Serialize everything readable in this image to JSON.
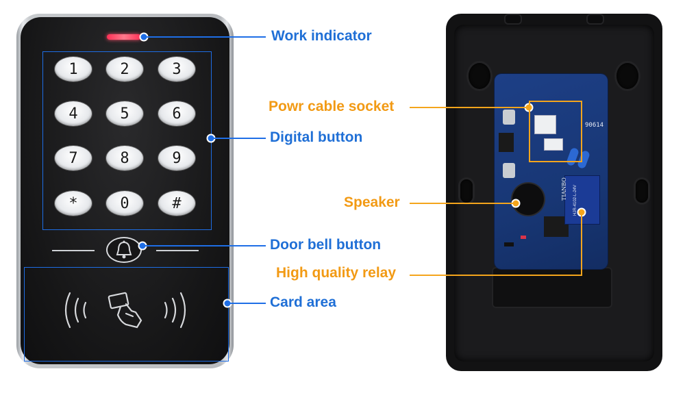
{
  "labels": {
    "work_indicator": "Work indicator",
    "digital_button": "Digital button",
    "door_bell_button": "Door bell button",
    "card_area": "Card area",
    "power_cable_socket": "Powr cable socket",
    "speaker": "Speaker",
    "high_quality_relay": "High quality relay"
  },
  "keypad": [
    "1",
    "2",
    "3",
    "4",
    "5",
    "6",
    "7",
    "8",
    "9",
    "*",
    "0",
    "#"
  ],
  "pcb_text": {
    "relay_brand": "TIANBO",
    "relay_model": "HJR-4102-L-24V",
    "board_number": "90614"
  },
  "colors": {
    "blue_callout": "#1f6fd6",
    "orange_callout": "#f29a14",
    "indicator": "#ff4d6a",
    "pcb": "#1b3a7c"
  },
  "icons": {
    "bell": "bell-icon",
    "card": "rfid-card-icon"
  }
}
